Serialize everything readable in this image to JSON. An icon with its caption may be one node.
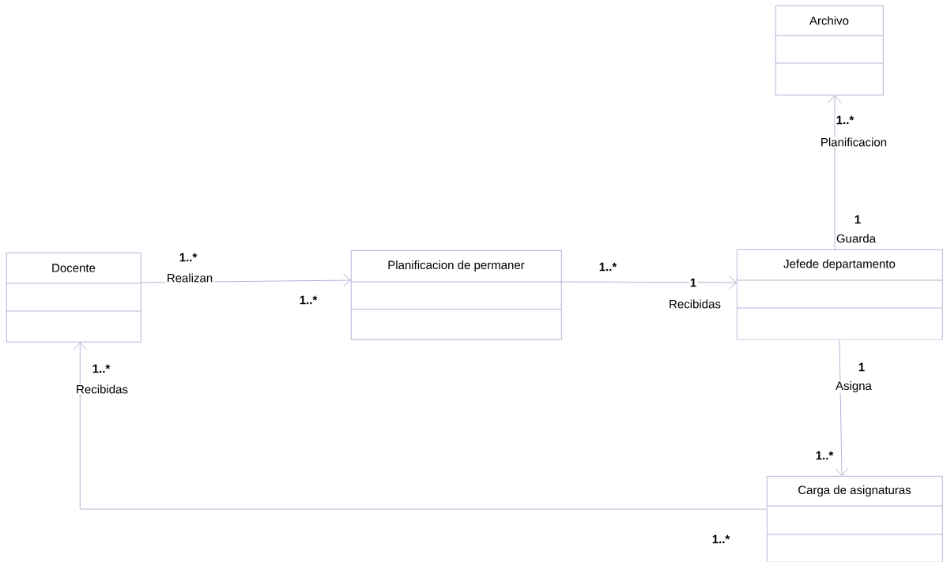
{
  "diagram": {
    "nodes": [
      {
        "text": [
          "Archivo"
        ]
      },
      {
        "text": [
          "Docente"
        ]
      },
      {
        "text": [
          "Planificacion de permaner"
        ]
      },
      {
        "text": [
          "Jefede departamento"
        ]
      },
      {
        "text": [
          "Carga de asignaturas"
        ]
      }
    ],
    "edges": [
      {
        "from": 1,
        "to": 2,
        "arrow": "to",
        "label": "Realizan"
      },
      {
        "from": 2,
        "to": 3,
        "arrow": "to",
        "label": "Recibidas"
      },
      {
        "from": 3,
        "to": 0,
        "arrow": "to",
        "label": "Planificacion"
      },
      {
        "from": 3,
        "to": 4,
        "arrow": "to",
        "label": "Asigna"
      },
      {
        "from": 4,
        "to": 1,
        "arrow": "to",
        "label": "Recibidas"
      }
    ],
    "labels": [
      "1..*",
      "1",
      "Guarda",
      "1..*",
      "1..*",
      "1",
      "1..*",
      "1..*",
      "1",
      "1..*",
      "1..*"
    ]
  }
}
